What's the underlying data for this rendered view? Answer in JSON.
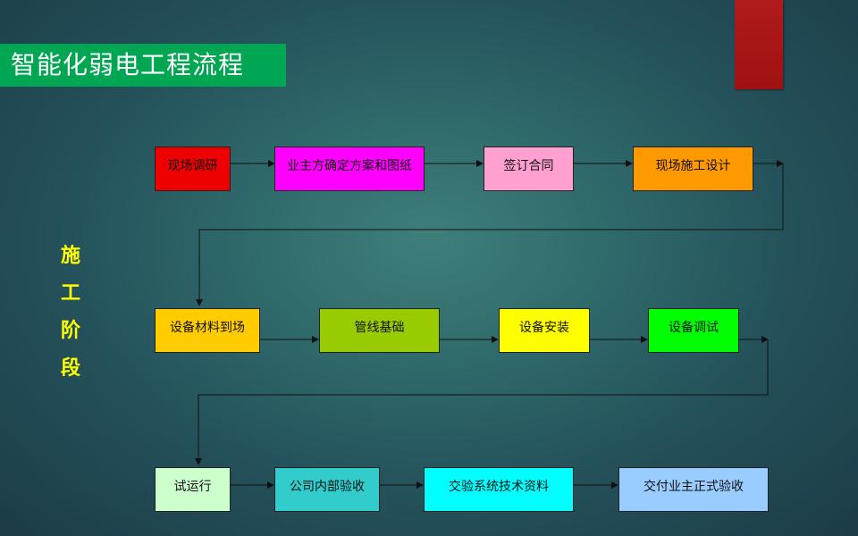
{
  "title": "智能化弱电工程流程",
  "side_label": [
    "施",
    "工",
    "阶",
    "段"
  ],
  "colors": {
    "background": "#2f6a6b",
    "title_bg": "#00a651",
    "accent_tab": "#b01a1a",
    "side_label": "#ffff00",
    "connector": "#111111"
  },
  "rows": [
    {
      "steps": [
        {
          "label": "现场调研",
          "color": "#ee0000"
        },
        {
          "label": "业主方确定方案和图纸",
          "color": "#ff00ff"
        },
        {
          "label": "签订合同",
          "color": "#ffa0d0"
        },
        {
          "label": "现场施工设计",
          "color": "#ff9900"
        }
      ]
    },
    {
      "steps": [
        {
          "label": "设备材料到场",
          "color": "#ffcc00"
        },
        {
          "label": "管线基础",
          "color": "#99cc00"
        },
        {
          "label": "设备安装",
          "color": "#ffff00"
        },
        {
          "label": "设备调试",
          "color": "#00ff00"
        }
      ]
    },
    {
      "steps": [
        {
          "label": "试运行",
          "color": "#ccffcc"
        },
        {
          "label": "公司内部验收",
          "color": "#33cccc"
        },
        {
          "label": "交验系统技术资料",
          "color": "#00ffff"
        },
        {
          "label": "交付业主正式验收",
          "color": "#99ccff"
        }
      ]
    }
  ]
}
